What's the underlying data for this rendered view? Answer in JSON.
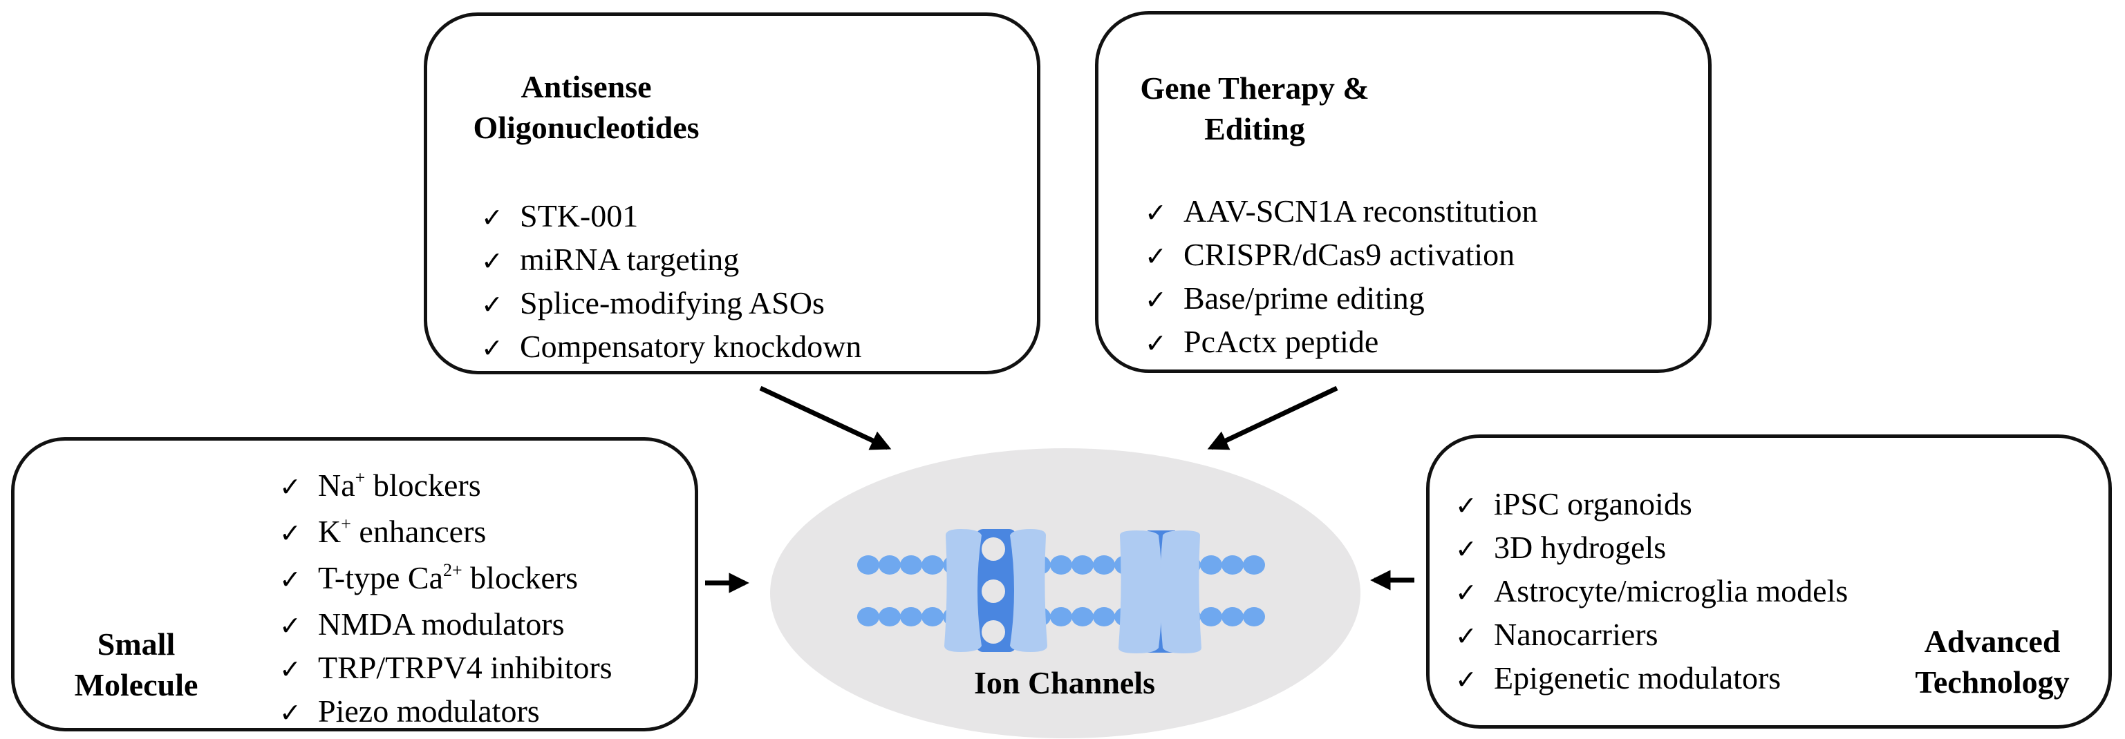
{
  "diagram": {
    "center": {
      "label": "Ion Channels"
    },
    "boxes": {
      "aso": {
        "title_line1": "Antisense",
        "title_line2": "Oligonucleotides",
        "icon": "dna-helix-icon",
        "items": [
          "STK-001",
          "miRNA targeting",
          "Splice-modifying ASOs",
          "Compensatory knockdown"
        ]
      },
      "gene": {
        "title_line1": "Gene Therapy &",
        "title_line2": "Editing",
        "icon": "gene-editing-icon",
        "items": [
          "AAV-SCN1A reconstitution",
          "CRISPR/dCas9 activation",
          "Base/prime editing",
          "PcActx peptide"
        ]
      },
      "small": {
        "title_line1": "Small",
        "title_line2": "Molecule",
        "icon": "capsule-icon",
        "items": [
          {
            "pre": "Na",
            "sup": "+",
            "post": " blockers"
          },
          {
            "pre": "K",
            "sup": "+",
            "post": " enhancers"
          },
          {
            "pre": "T-type Ca",
            "sup": "2+",
            "post": " blockers"
          },
          {
            "pre": "NMDA modulators",
            "sup": "",
            "post": ""
          },
          {
            "pre": "TRP/TRPV4 inhibitors",
            "sup": "",
            "post": ""
          },
          {
            "pre": "Piezo modulators",
            "sup": "",
            "post": ""
          }
        ]
      },
      "advanced": {
        "title_line1": "Advanced",
        "title_line2": "Technology",
        "icons": [
          "organoid-icon",
          "hydrogel-icon",
          "nanocarrier-icon"
        ],
        "items": [
          "iPSC organoids",
          "3D hydrogels",
          "Astrocyte/microglia models",
          "Nanocarriers",
          "Epigenetic modulators"
        ]
      }
    },
    "check_glyph": "✓",
    "colors": {
      "ellipse": "#e7e6e7",
      "channel_light": "#aecbf2",
      "channel_dark": "#4a86e0",
      "membrane_bead": "#6fa8ef",
      "dna_salmon": "#e8735f",
      "capsule_blue": "#7e8fe0"
    }
  }
}
